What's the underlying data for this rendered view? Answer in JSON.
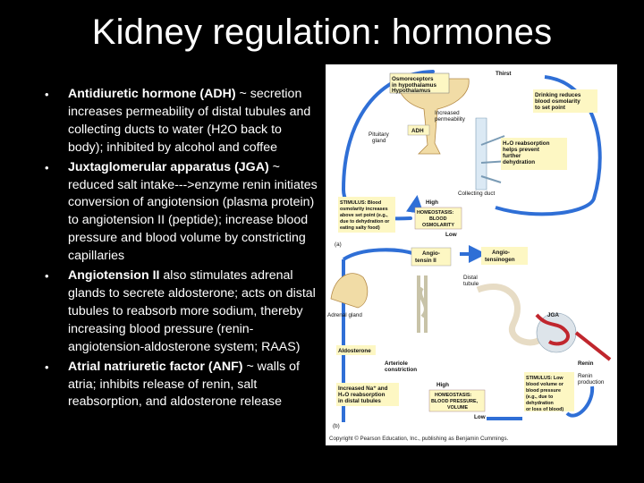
{
  "title": "Kidney regulation:  hormones",
  "bullets": [
    {
      "bold": "Antidiuretic hormone (ADH)",
      "text": " ~ secretion increases permeability of distal tubules and collecting ducts to water (H2O back to body); inhibited by alcohol and coffee"
    },
    {
      "bold": "Juxtaglomerular apparatus (JGA)",
      "text": " ~ reduced salt intake--->enzyme renin initiates conversion of angiotension (plasma protein) to angiotension II (peptide); increase blood pressure and blood volume by constricting capillaries"
    },
    {
      "bold": "Angiotension II",
      "text": " also stimulates adrenal glands to secrete aldosterone; acts on distal tubules to reabsorb more sodium, thereby increasing blood pressure (renin-angiotension-aldosterone system; RAAS)"
    },
    {
      "bold": "Atrial natriuretic factor (ANF)",
      "text": " ~ walls of atria; inhibits release of renin, salt reabsorption, and aldosterone release"
    }
  ],
  "figure": {
    "osmo_1": "Osmoreceptors",
    "osmo_2": "in hypothalamus",
    "hypothalamus": "Hypothalamus",
    "thirst": "Thirst",
    "drink_1": "Drinking reduces",
    "drink_2": "blood osmolarity",
    "drink_3": "to set point",
    "adh": "ADH",
    "incperm_1": "Increased",
    "incperm_2": "permeability",
    "pit_1": "Pituitary",
    "pit_2": "gland",
    "h2o_1": "H₂O reabsorption",
    "h2o_2": "helps prevent",
    "h2o_3": "further",
    "h2o_4": "dehydration",
    "collecting": "Collecting duct",
    "stimA_1": "STIMULUS: Blood",
    "stimA_2": "osmolarity increases",
    "stimA_3": "above set point (e.g.,",
    "stimA_4": "due to dehydration or",
    "stimA_5": "eating salty food)",
    "high": "High",
    "homeoA_1": "HOMEOSTASIS:",
    "homeoA_2": "BLOOD",
    "homeoA_3": "OSMOLARITY",
    "low": "Low",
    "panel_a": "(a)",
    "angio2_1": "Angio-",
    "angio2_2": "tensin II",
    "angiogen_1": "Angio-",
    "angiogen_2": "tensinogen",
    "distal_1": "Distal",
    "distal_2": "tubule",
    "adrenal": "Adrenal gland",
    "jga": "JGA",
    "aldo": "Aldosterone",
    "arter_1": "Arteriole",
    "arter_2": "constriction",
    "renin": "Renin",
    "reninprod_1": "Renin",
    "reninprod_2": "production",
    "inc_na_1": "Increased Na⁺ and",
    "inc_na_2": "H₂O reabsorption",
    "inc_na_3": "in distal tubules",
    "highB": "High",
    "homeoB_1": "HOMEOSTASIS:",
    "homeoB_2": "BLOOD PRESSURE,",
    "homeoB_3": "VOLUME",
    "lowB": "Low",
    "stimB_1": "STIMULUS: Low",
    "stimB_2": "blood volume or",
    "stimB_3": "blood pressure",
    "stimB_4": "(e.g., due to",
    "stimB_5": "dehydration",
    "stimB_6": "or loss of blood)",
    "panel_b": "(b)",
    "copyright": "Copyright © Pearson Education, Inc., publishing as Benjamin Cummings."
  },
  "colors": {
    "bg": "#000000",
    "text": "#ffffff",
    "yellowbox": "#fdf7c3",
    "arrow": "#2f6fd6",
    "vessel_red": "#c0262d"
  }
}
